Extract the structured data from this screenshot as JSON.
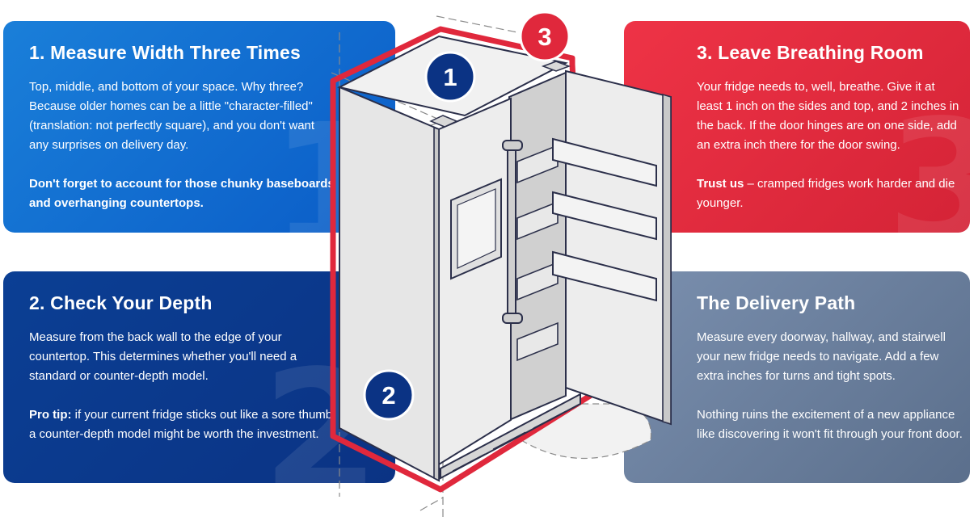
{
  "steps": [
    {
      "title": "1. Measure Width Three Times",
      "paragraphs": [
        "Top, middle, and bottom of your space. Why three? Because older homes can be a little \"character-filled\" (translation: not perfectly square), and you don't want any surprises on delivery day."
      ],
      "bold_note": "Don't forget to account for those chunky baseboards and overhanging countertops.",
      "watermark": "1"
    },
    {
      "title": "2. Check Your Depth",
      "paragraphs": [
        "Measure from the back wall to the edge of your countertop. This determines whether you'll need a standard or counter-depth model."
      ],
      "tip_label": "Pro tip:",
      "tip_text": " if your current fridge sticks out like a sore thumb, a counter-depth model might be worth the investment.",
      "watermark": "2"
    },
    {
      "title": "3. Leave Breathing Room",
      "paragraphs": [
        "Your fridge needs to, well, breathe. Give it at least 1 inch on the sides and top, and 2 inches in the back. If the door hinges are on one side, add an extra inch there for the door swing."
      ],
      "tip_label": "Trust us",
      "tip_text": " – cramped fridges work harder and die younger.",
      "watermark": "3"
    },
    {
      "title": "The Delivery Path",
      "paragraphs": [
        "Measure every doorway, hallway, and stairwell your new fridge needs to navigate. Add a few extra inches for turns and tight spots.",
        "Nothing ruins the excitement of a new appliance like discovering it won't fit through your front door."
      ]
    }
  ],
  "badges": [
    "1",
    "2",
    "3"
  ],
  "colors": {
    "blue": "#0a5cc7",
    "navy": "#0b3384",
    "red": "#e0283c",
    "slate": "#6a7e9c",
    "fridge_fill": "#ececec",
    "outline": "#2b2f4a"
  },
  "illustration": "side-by-side-fridge-isometric"
}
